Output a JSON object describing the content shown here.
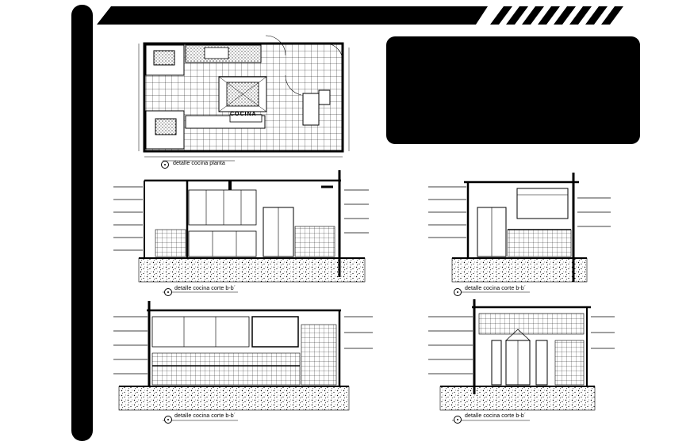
{
  "sheet": {
    "plan_caption": "detalle cocina  planta",
    "plan_room_label": "COCINA",
    "section_captions": [
      "detalle cocina  corte b-b´",
      "detalle cocina  corte b-b´",
      "detalle cocina  corte b-b´",
      "detalle cocina  corte b-b´"
    ],
    "colors": {
      "ink": "#000000",
      "paper": "#ffffff",
      "hatch": "#555555"
    }
  }
}
